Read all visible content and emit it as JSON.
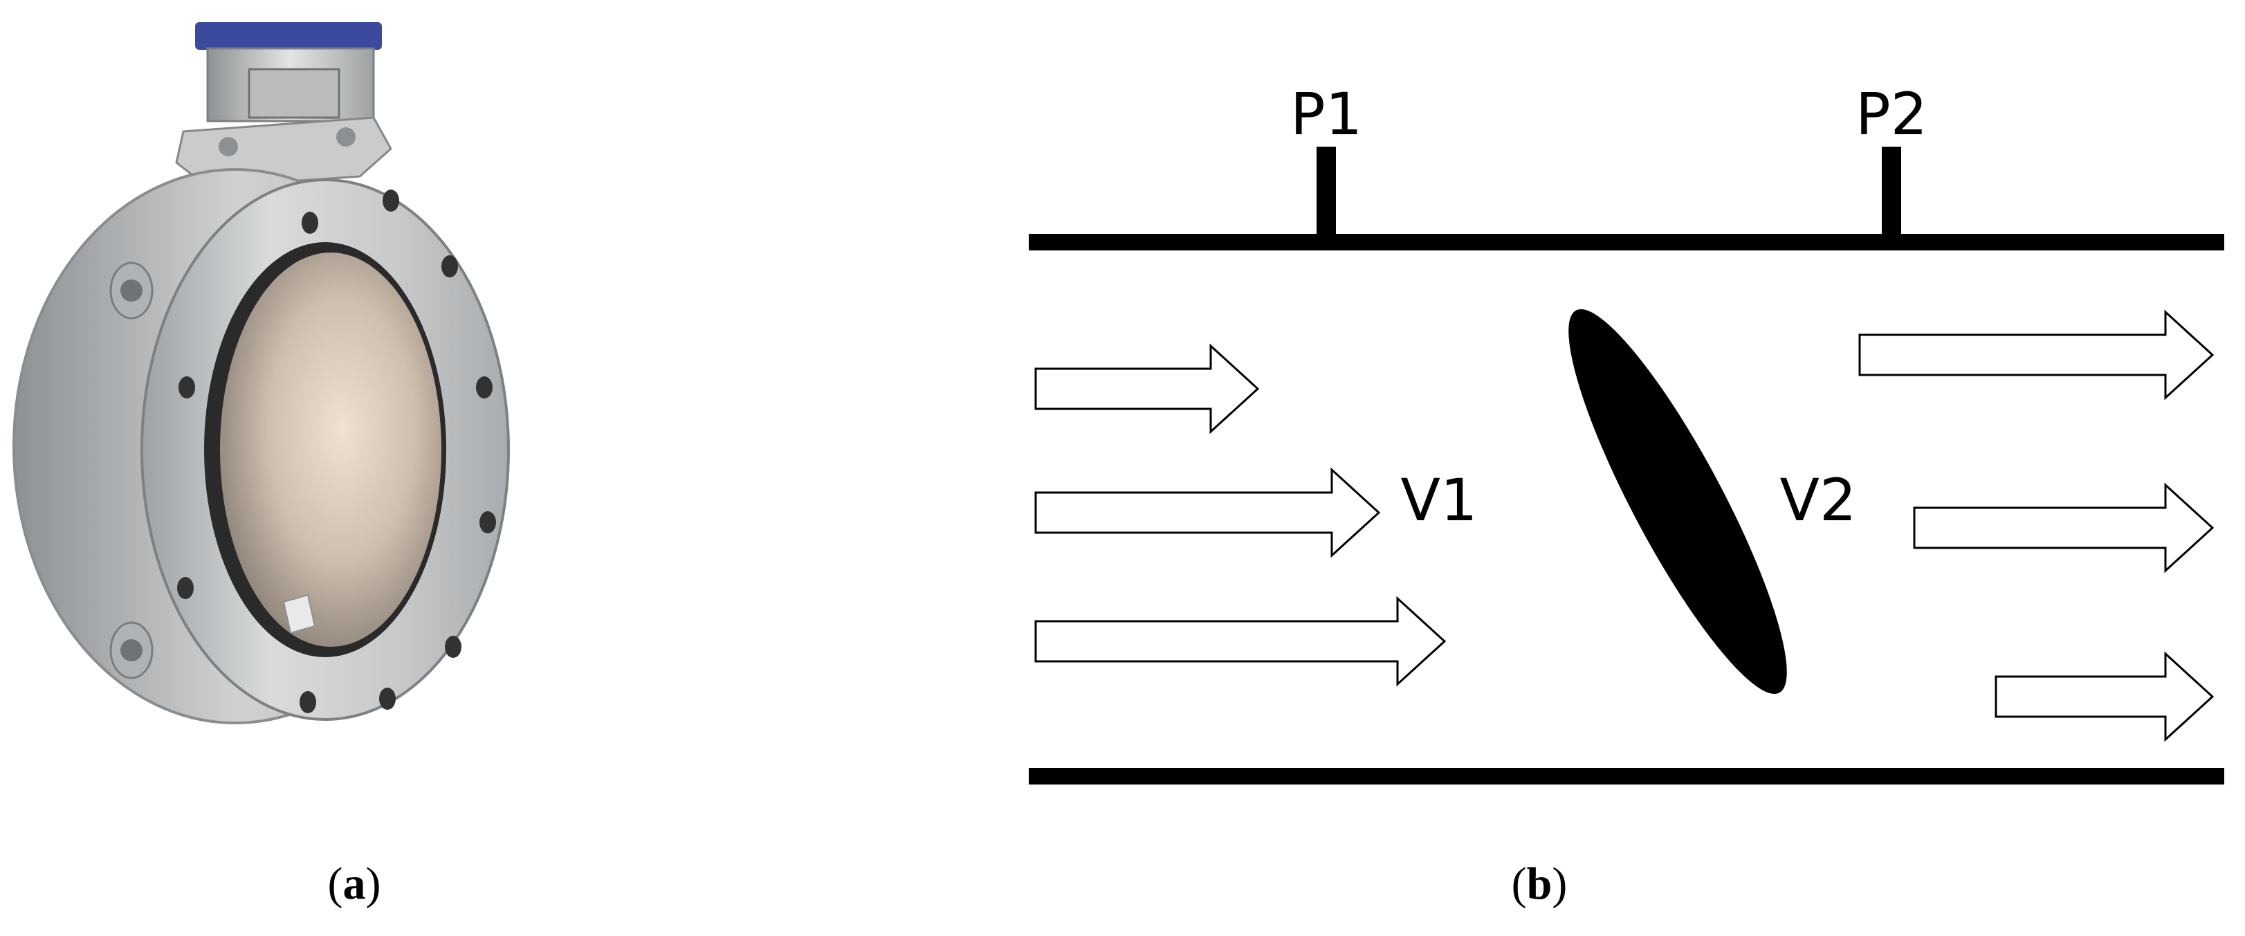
{
  "figure": {
    "panel_a": {
      "caption_open": "(",
      "caption_letter": "a",
      "caption_close": ")"
    },
    "panel_b": {
      "caption_open": "(",
      "caption_letter": "b",
      "caption_close": ")",
      "labels": {
        "p1": "P1",
        "p2": "P2",
        "v1": "V1",
        "v2": "V2"
      }
    }
  }
}
